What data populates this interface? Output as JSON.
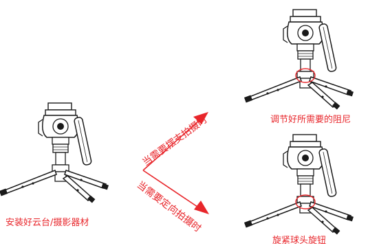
{
  "colors": {
    "accent": "#e8262b",
    "ink": "#1a1a1a"
  },
  "labels": {
    "left_caption": "安装好云台/摄影器材",
    "top_right_caption": "调节好所需要的阻尼",
    "bottom_right_caption": "旋紧球头旋钮",
    "arrow_up_text": "当需要摆支拍摄时",
    "arrow_down_text": "当需要定向拍摄时"
  }
}
